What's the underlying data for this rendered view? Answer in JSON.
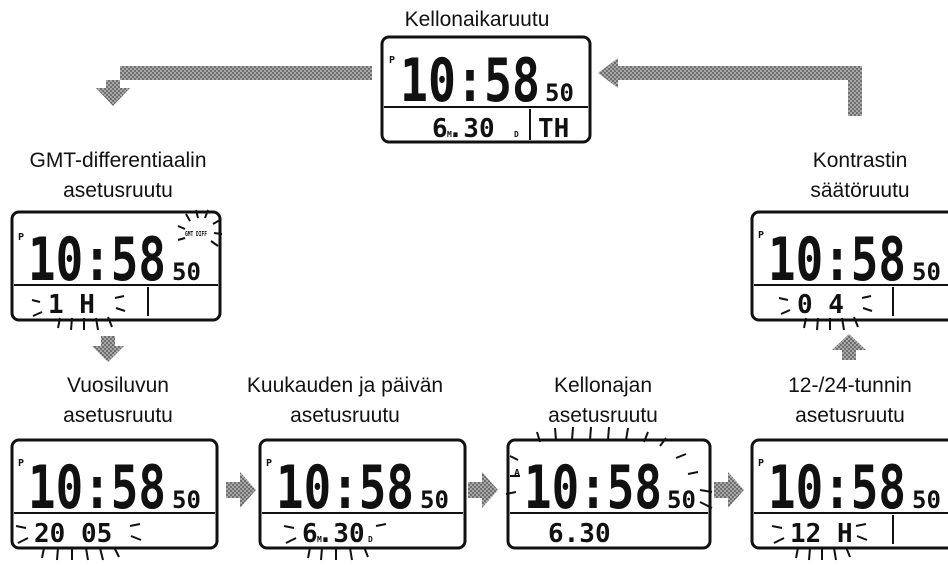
{
  "screens": {
    "clock": {
      "title": "Kellonaikaruutu",
      "am_pm": "P",
      "time": "10:58",
      "seconds": "50",
      "date": "6.30",
      "month_marker": "M",
      "day_marker": "D",
      "weekday": "TH"
    },
    "gmt": {
      "title_line1": "GMT-differentiaalin",
      "title_line2": "asetusruutu",
      "am_pm": "P",
      "time": "10:58",
      "seconds": "50",
      "badge": "GMT DIFF",
      "value": "1 H"
    },
    "contrast": {
      "title_line1": "Kontrastin",
      "title_line2": "säätöruutu",
      "am_pm": "P",
      "time": "10:58",
      "seconds": "50",
      "value": "0 4"
    },
    "year": {
      "title_line1": "Vuosiluvun",
      "title_line2": "asetusruutu",
      "am_pm": "P",
      "time": "10:58",
      "seconds": "50",
      "value": "20 05"
    },
    "monthday": {
      "title_line1": "Kuukauden ja päivän",
      "title_line2": "asetusruutu",
      "am_pm": "P",
      "time": "10:58",
      "seconds": "50",
      "value": "6.30",
      "month_marker": "M",
      "day_marker": "D"
    },
    "time_set": {
      "title_line1": "Kellonajan",
      "title_line2": "asetusruutu",
      "am_pm": "A",
      "time": "10:58",
      "seconds": "50",
      "value": "6.30"
    },
    "hour_mode": {
      "title_line1": "12-/24-tunnin",
      "title_line2": "asetusruutu",
      "am_pm": "P",
      "time": "10:58",
      "seconds": "50",
      "value": "12 H"
    }
  },
  "colors": {
    "ink": "#111111",
    "arrow": "#8c8c8c"
  }
}
